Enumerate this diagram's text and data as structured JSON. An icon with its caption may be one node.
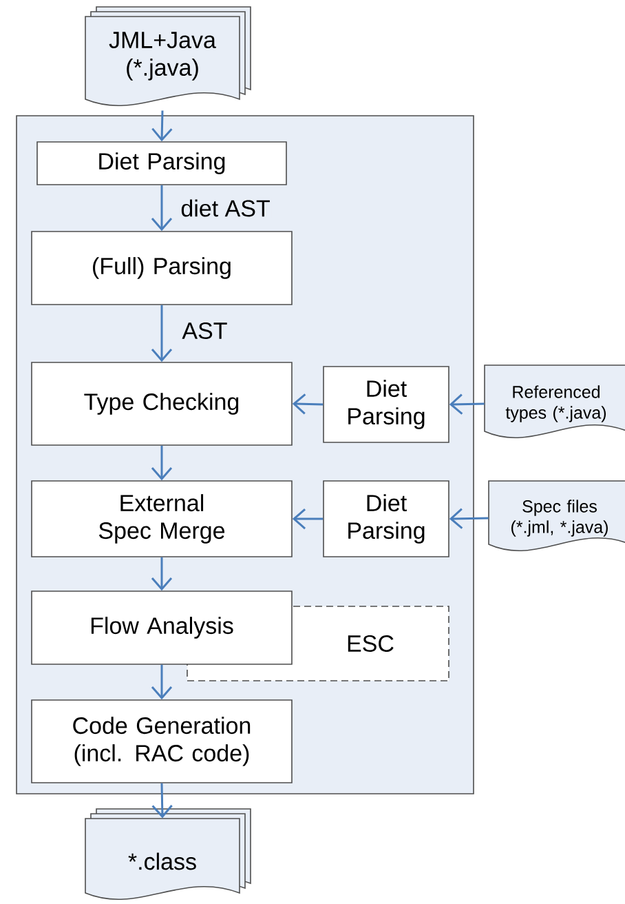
{
  "diagram": {
    "nodes": [
      {
        "text": [
          "JML+Java (*.java)"
        ]
      },
      {
        "text": [],
        "shape": "box"
      },
      {
        "text": [
          "Diet Parsing"
        ],
        "in": 1
      },
      {
        "text": [
          "(Full) Parsing"
        ],
        "in": 1
      },
      {
        "text": [
          "Type Checking"
        ],
        "in": 1
      },
      {
        "text": [
          "Diet Parsing"
        ],
        "in": 1
      },
      {
        "text": [
          "Referenced types (*.java)"
        ]
      },
      {
        "text": [
          "External Spec Merge"
        ],
        "in": 1
      },
      {
        "text": [
          "Diet Parsing"
        ],
        "in": 1
      },
      {
        "text": [
          "Spec files (*.jml, *.java)"
        ]
      },
      {
        "text": [
          "Flow Analysis"
        ],
        "in": 1
      },
      {
        "text": [
          "ESC"
        ],
        "in": 1
      },
      {
        "text": [
          "Code Generation (incl. RAC code)"
        ],
        "in": 1
      },
      {
        "text": [
          "*.class"
        ]
      }
    ],
    "edges": [
      {
        "from": 0,
        "to": 2,
        "arrow": "to"
      },
      {
        "from": 2,
        "to": 3,
        "arrow": "to",
        "label": "diet AST"
      },
      {
        "from": 3,
        "to": 4,
        "arrow": "to",
        "label": "AST"
      },
      {
        "from": 6,
        "to": 5,
        "arrow": "to"
      },
      {
        "from": 5,
        "to": 4,
        "arrow": "to"
      },
      {
        "from": 4,
        "to": 7,
        "arrow": "to"
      },
      {
        "from": 9,
        "to": 8,
        "arrow": "to"
      },
      {
        "from": 8,
        "to": 7,
        "arrow": "to"
      },
      {
        "from": 7,
        "to": 10,
        "arrow": "to"
      },
      {
        "from": 10,
        "to": 12,
        "arrow": "to"
      },
      {
        "from": 12,
        "to": 13,
        "arrow": "to"
      }
    ]
  }
}
